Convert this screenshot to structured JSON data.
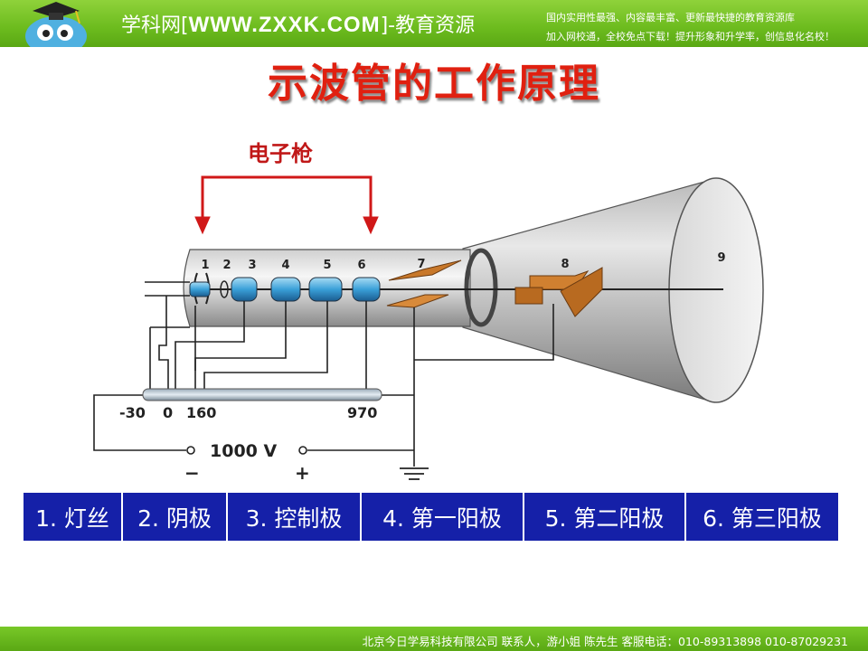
{
  "header": {
    "site_prefix": "学科网[",
    "site_domain": "WWW.ZXXK.COM",
    "site_suffix": "]-教育资源",
    "slogan_line1": "国内实用性最强、内容最丰富、更新最快捷的教育资源库",
    "slogan_line2": "加入网校通，全校免点下载！提升形象和升学率，创信息化名校！"
  },
  "slide": {
    "title": "示波管的工作原理"
  },
  "diagram": {
    "gun_label": "电子枪",
    "part_numbers": [
      "1",
      "2",
      "3",
      "4",
      "5",
      "6",
      "7",
      "8",
      "9"
    ],
    "voltages": [
      "-30",
      "0",
      "160",
      "970"
    ],
    "supply_voltage": "1000 V",
    "minus_sign": "−",
    "plus_sign": "+"
  },
  "legend": [
    "1. 灯丝",
    "2. 阴极",
    "3. 控制极",
    "4. 第一阳极",
    "5. 第二阳极",
    "6. 第三阳极"
  ],
  "footer": {
    "text": "北京今日学易科技有限公司 联系人，游小姐 陈先生 客服电话：010-89313898 010-87029231"
  },
  "colors": {
    "banner_green": "#6cbb1e",
    "title_red": "#e02010",
    "legend_blue": "#1520a8",
    "plate_orange": "#c8782a",
    "electrode_blue": "#3aa0d8"
  }
}
